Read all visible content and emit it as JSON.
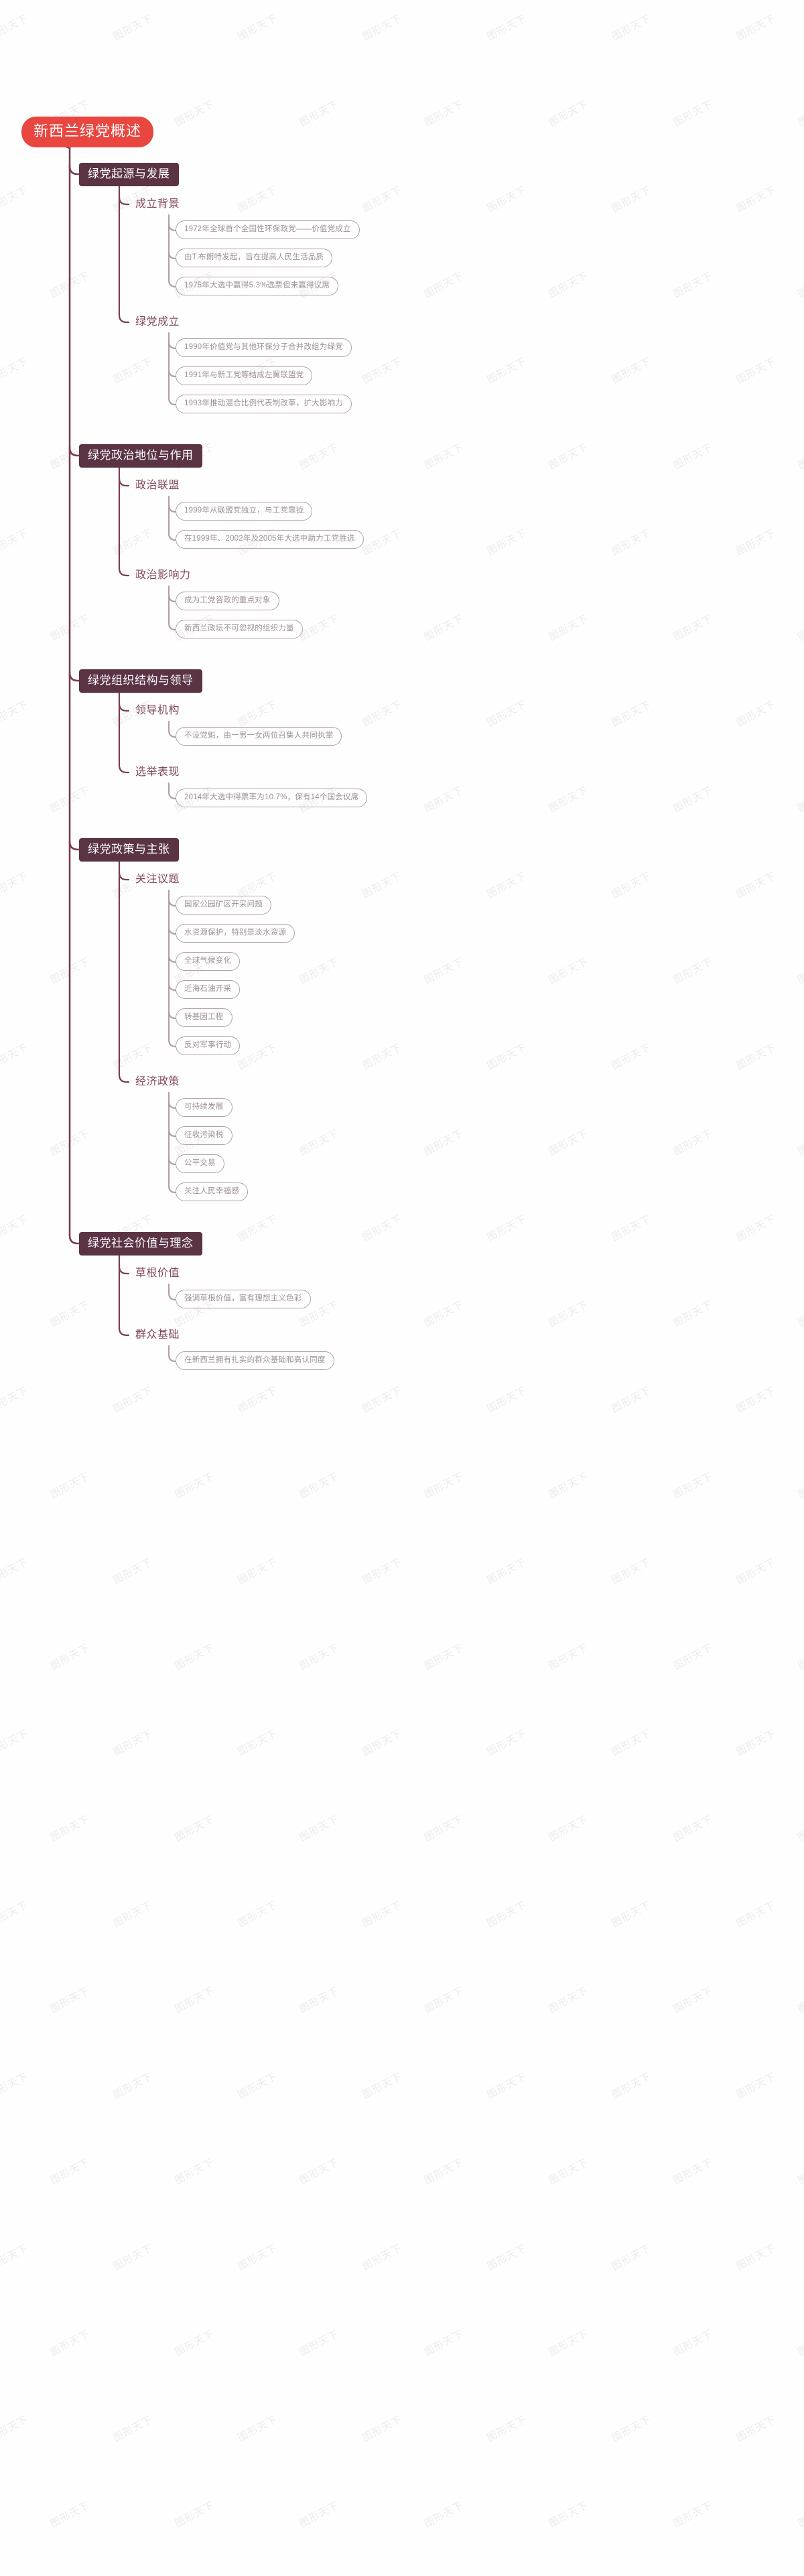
{
  "meta": {
    "title": "新西兰绿党概述",
    "watermark_text": "图形天下",
    "colors": {
      "root_bg": "#e8463f",
      "root_text": "#ffffff",
      "level1_bg": "#5a3344",
      "level1_text": "#ffffff",
      "level2_text": "#81465c",
      "level3_text": "#9f9297",
      "level3_border": "#b3a2a3",
      "edge_level1": "#7a3b52",
      "edge_level3": "#b3a2a3",
      "background": "#fefefe"
    }
  },
  "mindmap": {
    "root": {
      "label": "新西兰绿党概述"
    },
    "branches": [
      {
        "label": "绿党起源与发展",
        "children": [
          {
            "label": "成立背景",
            "leaves": [
              "1972年全球首个全国性环保政党——价值党成立",
              "由T.布朗特发起，旨在提高人民生活品质",
              "1975年大选中赢得5.3%选票但未赢得议席"
            ]
          },
          {
            "label": "绿党成立",
            "leaves": [
              "1990年价值党与其他环保分子合并改组为绿党",
              "1991年与新工党等结成左翼联盟党",
              "1993年推动混合比例代表制改革，扩大影响力"
            ]
          }
        ]
      },
      {
        "label": "绿党政治地位与作用",
        "children": [
          {
            "label": "政治联盟",
            "leaves": [
              "1999年从联盟党独立，与工党靠拢",
              "在1999年、2002年及2005年大选中助力工党胜选"
            ]
          },
          {
            "label": "政治影响力",
            "leaves": [
              "成为工党咨政的重点对象",
              "新西兰政坛不可忽视的组织力量"
            ]
          }
        ]
      },
      {
        "label": "绿党组织结构与领导",
        "children": [
          {
            "label": "领导机构",
            "leaves": [
              "不设党魁，由一男一女两位召集人共同执掌"
            ]
          },
          {
            "label": "选举表现",
            "leaves": [
              "2014年大选中得票率为10.7%，保有14个国会议席"
            ]
          }
        ]
      },
      {
        "label": "绿党政策与主张",
        "children": [
          {
            "label": "关注议题",
            "leaves": [
              "国家公园矿区开采问题",
              "水资源保护，特别是淡水资源",
              "全球气候变化",
              "近海石油开采",
              "转基因工程",
              "反对军事行动"
            ]
          },
          {
            "label": "经济政策",
            "leaves": [
              "可持续发展",
              "征收污染税",
              "公平交易",
              "关注人民幸福感"
            ]
          }
        ]
      },
      {
        "label": "绿党社会价值与理念",
        "children": [
          {
            "label": "草根价值",
            "leaves": [
              "强调草根价值，富有理想主义色彩"
            ]
          },
          {
            "label": "群众基础",
            "leaves": [
              "在新西兰拥有扎实的群众基础和高认同度"
            ]
          }
        ]
      }
    ]
  }
}
